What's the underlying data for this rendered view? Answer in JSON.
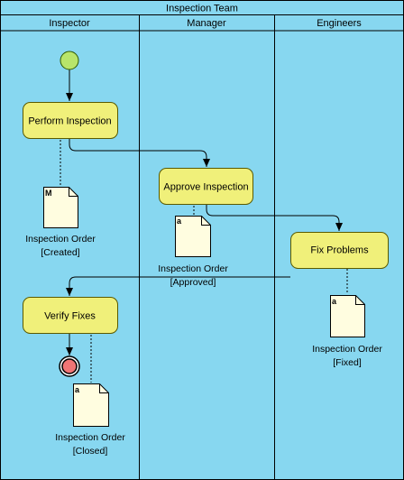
{
  "diagram": {
    "title": "Inspection Team",
    "colors": {
      "lane_fill": "#87d7f0",
      "action_fill": "#f0f07a",
      "action_stroke": "#5a5a00",
      "note_fill": "#fffde0",
      "initial_fill": "#b8e56a",
      "final_fill": "#f07575"
    },
    "lanes": [
      {
        "name": "Inspector"
      },
      {
        "name": "Manager"
      },
      {
        "name": "Engineers"
      }
    ],
    "actions": {
      "perform": "Perform Inspection",
      "approve": "Approve Inspection",
      "fix": "Fix Problems",
      "verify": "Verify Fixes"
    },
    "objects": {
      "created": {
        "marker": "M",
        "name": "Inspection Order",
        "state": "[Created]"
      },
      "approved": {
        "marker": "a",
        "name": "Inspection Order",
        "state": "[Approved]"
      },
      "fixed": {
        "marker": "a",
        "name": "Inspection Order",
        "state": "[Fixed]"
      },
      "closed": {
        "marker": "a",
        "name": "Inspection Order",
        "state": "[Closed]"
      }
    },
    "icons": {
      "start": "initial-node-icon",
      "end": "final-node-icon",
      "document": "document-icon"
    }
  }
}
